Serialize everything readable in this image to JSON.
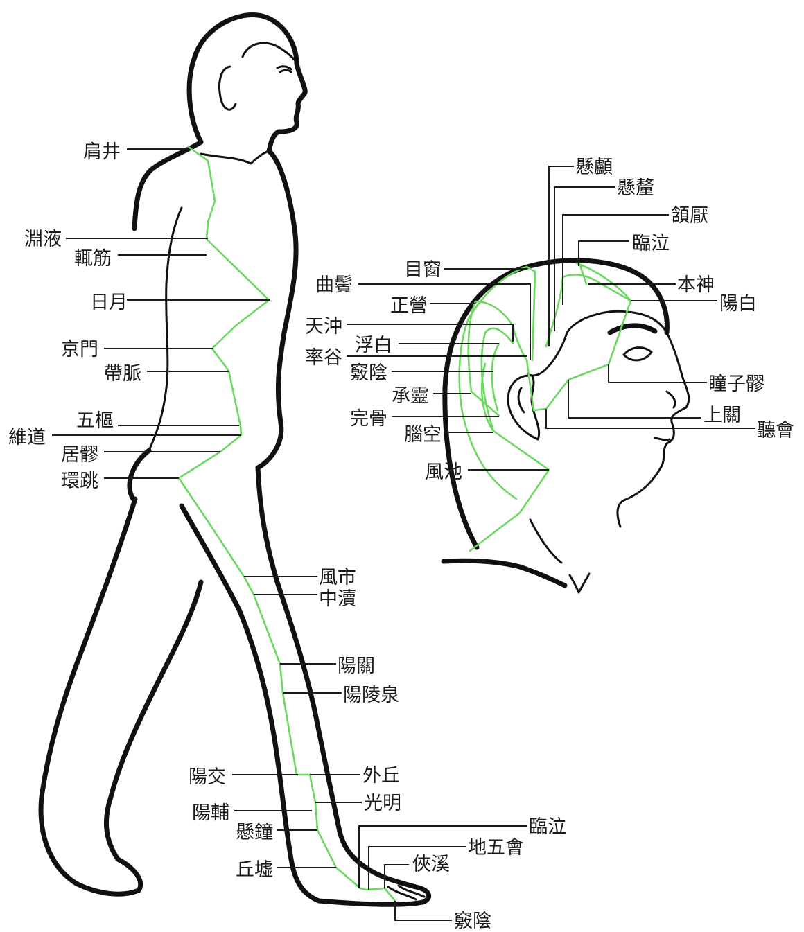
{
  "colors": {
    "meridian": "#6bd85f",
    "ink": "#111111",
    "background": "#ffffff"
  },
  "body_points": [
    "肩井",
    "淵液",
    "輒筋",
    "日月",
    "京門",
    "帶脈",
    "五樞",
    "維道",
    "居髎",
    "環跳",
    "風市",
    "中瀆",
    "陽關",
    "陽陵泉",
    "陽交",
    "外丘",
    "陽輔",
    "光明",
    "懸鐘",
    "丘墟",
    "臨泣",
    "地五會",
    "俠溪",
    "竅陰"
  ],
  "head_points": [
    "懸顱",
    "懸釐",
    "頷厭",
    "臨泣",
    "目窗",
    "本神",
    "曲鬢",
    "陽白",
    "正營",
    "天沖",
    "浮白",
    "率谷",
    "竅陰",
    "瞳子髎",
    "承靈",
    "上關",
    "完骨",
    "聽會",
    "腦空",
    "風池"
  ]
}
